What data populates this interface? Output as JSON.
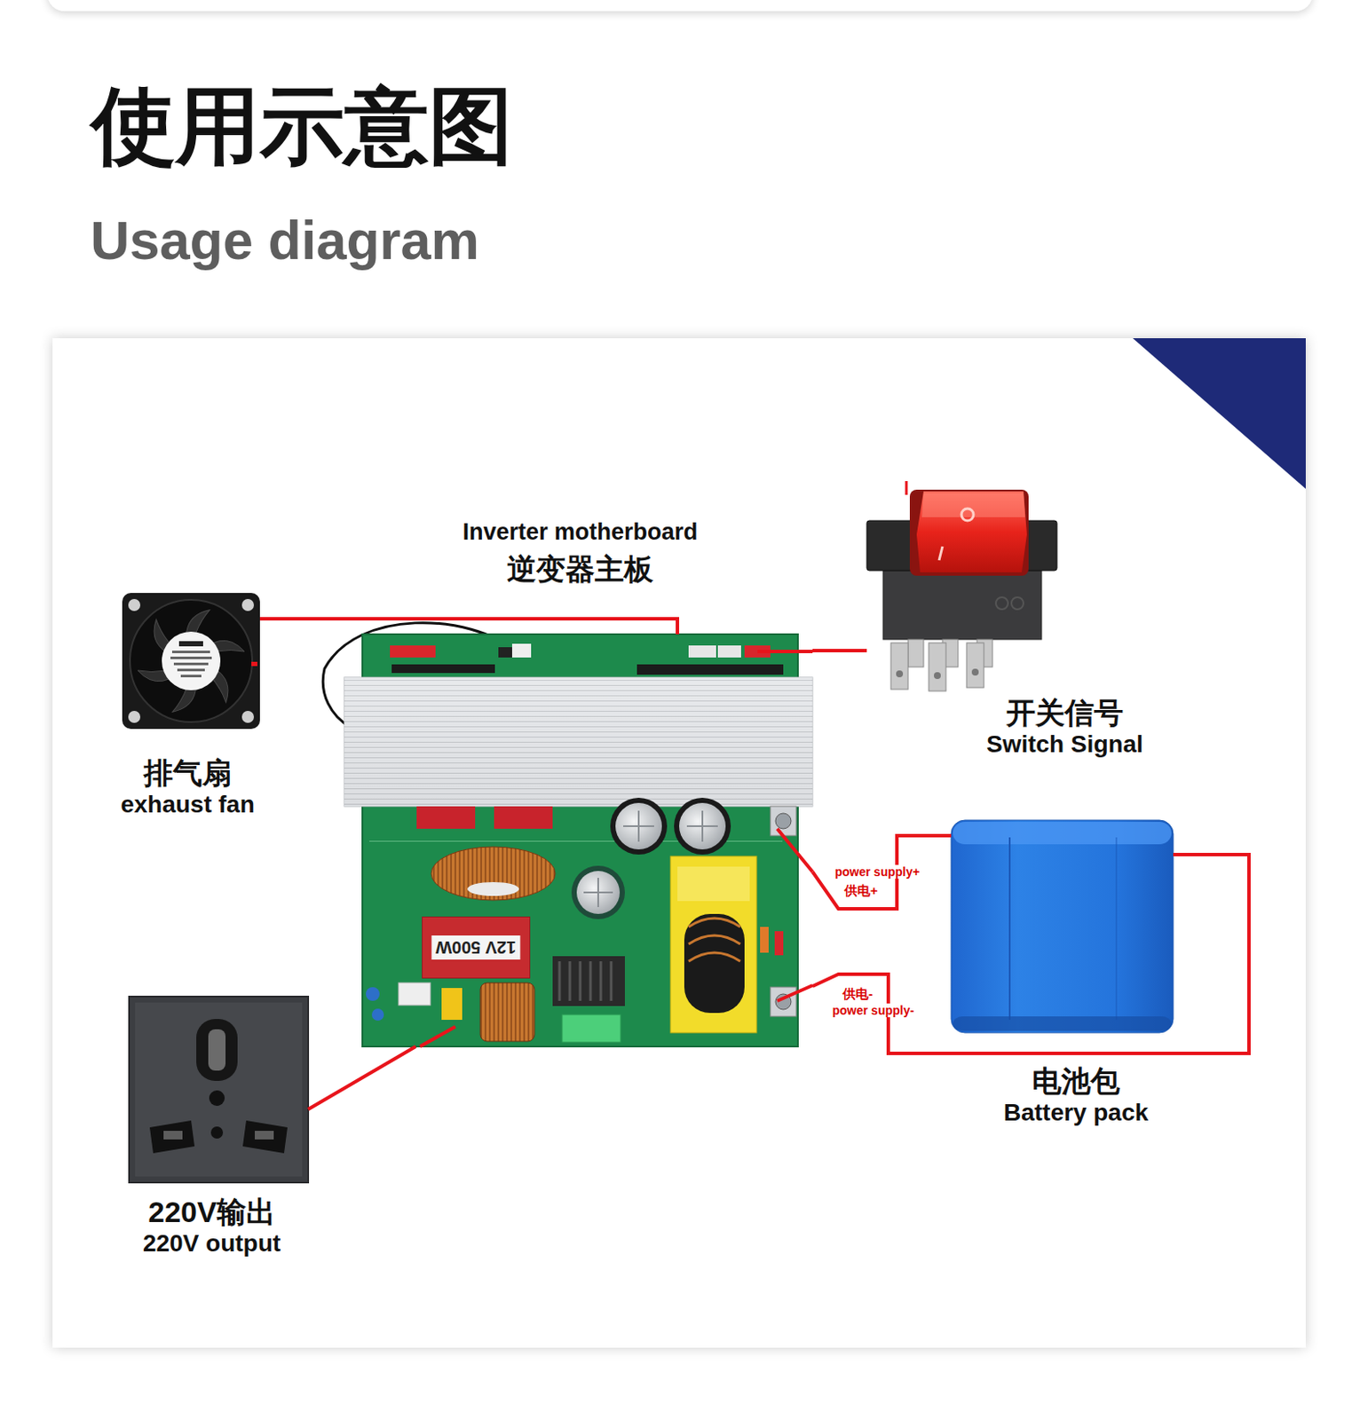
{
  "diagram": {
    "title": "使用示意图",
    "nodes": [
      {
        "text": [
          "Inverter motherboard",
          "逆变器主板"
        ]
      },
      {
        "text": [
          "12V 500W"
        ],
        "in": 0
      },
      {
        "text": [
          "排气扇",
          "exhaust fan"
        ]
      },
      {
        "text": [
          "开关信号",
          "Switch Signal"
        ]
      },
      {
        "text": [
          "电池包",
          "Battery pack"
        ]
      },
      {
        "text": [
          "220V输出",
          "220V output"
        ]
      }
    ],
    "edges": [
      {
        "from": 2,
        "to": 0,
        "arrow": "none"
      },
      {
        "from": 3,
        "to": 0,
        "arrow": "none"
      },
      {
        "from": 4,
        "to": 0,
        "label": "power supply+",
        "arrow": "none"
      },
      {
        "from": 4,
        "to": 0,
        "label": "power supply-",
        "arrow": "none"
      },
      {
        "from": 5,
        "to": 0,
        "arrow": "none"
      }
    ],
    "labels": [
      "Usage diagram",
      "供电+",
      "供电-"
    ]
  }
}
